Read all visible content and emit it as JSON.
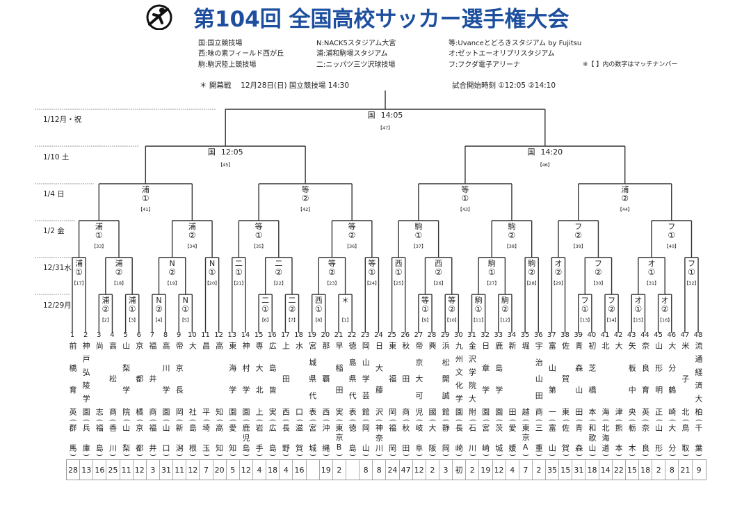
{
  "header": {
    "title": "第104回 全国高校サッカー選手権大会",
    "venues": [
      [
        "国:国立競技場",
        "N:NACK5スタジアム大宮",
        "等:Uvanceとどろきスタジアム by Fujitsu"
      ],
      [
        "西:味の素フィールド西が丘",
        "浦:浦和駒場スタジアム",
        "オ:ゼットエーオリプリスタジアム"
      ],
      [
        "駒:駒沢陸上競技場",
        "二:ニッパツ三ツ沢球技場",
        "フ:フクダ電子アリーナ"
      ]
    ],
    "note": "※【 】内の数字はマッチナンバー",
    "opening": "＊ 開幕戦　 12月28日(日)  国立競技場  14:30",
    "kickoff": "試合開始時刻  ①12:05   ②14:10"
  },
  "rounds": [
    {
      "date": "12/29月"
    },
    {
      "date": "12/31水"
    },
    {
      "date": "1/2 金"
    },
    {
      "date": "1/4 日"
    },
    {
      "date": "1/10 土"
    },
    {
      "date": "1/12月・祝"
    }
  ],
  "matches": [
    {
      "no": "1",
      "round": 0,
      "venue": "＊",
      "slot": "",
      "a": "t21",
      "b": "t22"
    },
    {
      "no": "2",
      "round": 0,
      "venue": "浦",
      "slot": "②",
      "a": "t3",
      "b": "t4"
    },
    {
      "no": "3",
      "round": 0,
      "venue": "浦",
      "slot": "①",
      "a": "t5",
      "b": "t6"
    },
    {
      "no": "4",
      "round": 0,
      "venue": "N",
      "slot": "②",
      "a": "t7",
      "b": "t8"
    },
    {
      "no": "5",
      "round": 0,
      "venue": "N",
      "slot": "①",
      "a": "t9",
      "b": "t10"
    },
    {
      "no": "6",
      "round": 0,
      "venue": "二",
      "slot": "①",
      "a": "t15",
      "b": "t16"
    },
    {
      "no": "7",
      "round": 0,
      "venue": "二",
      "slot": "②",
      "a": "t17",
      "b": "t18"
    },
    {
      "no": "8",
      "round": 0,
      "venue": "西",
      "slot": "①",
      "a": "t19",
      "b": "t20"
    },
    {
      "no": "9",
      "round": 0,
      "venue": "等",
      "slot": "①",
      "a": "t27",
      "b": "t28"
    },
    {
      "no": "10",
      "round": 0,
      "venue": "等",
      "slot": "②",
      "a": "t29",
      "b": "t30"
    },
    {
      "no": "11",
      "round": 0,
      "venue": "駒",
      "slot": "①",
      "a": "t31",
      "b": "t32"
    },
    {
      "no": "12",
      "round": 0,
      "venue": "駒",
      "slot": "②",
      "a": "t33",
      "b": "t34"
    },
    {
      "no": "13",
      "round": 0,
      "venue": "フ",
      "slot": "①",
      "a": "t39",
      "b": "t40"
    },
    {
      "no": "14",
      "round": 0,
      "venue": "フ",
      "slot": "②",
      "a": "t41",
      "b": "t42"
    },
    {
      "no": "15",
      "round": 0,
      "venue": "オ",
      "slot": "①",
      "a": "t43",
      "b": "t44"
    },
    {
      "no": "16",
      "round": 0,
      "venue": "オ",
      "slot": "②",
      "a": "t45",
      "b": "t46"
    },
    {
      "no": "17",
      "round": 1,
      "venue": "浦",
      "slot": "①",
      "a": "t1",
      "b": "t2"
    },
    {
      "no": "18",
      "round": 1,
      "venue": "浦",
      "slot": "②",
      "a": "m2",
      "b": "m3"
    },
    {
      "no": "19",
      "round": 1,
      "venue": "N",
      "slot": "②",
      "a": "m4",
      "b": "m5"
    },
    {
      "no": "20",
      "round": 1,
      "venue": "N",
      "slot": "①",
      "a": "t11",
      "b": "t12"
    },
    {
      "no": "21",
      "round": 1,
      "venue": "二",
      "slot": "①",
      "a": "t13",
      "b": "t14"
    },
    {
      "no": "22",
      "round": 1,
      "venue": "二",
      "slot": "②",
      "a": "m6",
      "b": "m7"
    },
    {
      "no": "23",
      "round": 1,
      "venue": "等",
      "slot": "②",
      "a": "m8",
      "b": "m1"
    },
    {
      "no": "24",
      "round": 1,
      "venue": "等",
      "slot": "①",
      "a": "t23",
      "b": "t24"
    },
    {
      "no": "25",
      "round": 1,
      "venue": "西",
      "slot": "①",
      "a": "t25",
      "b": "t26"
    },
    {
      "no": "26",
      "round": 1,
      "venue": "西",
      "slot": "②",
      "a": "m9",
      "b": "m10"
    },
    {
      "no": "27",
      "round": 1,
      "venue": "駒",
      "slot": "①",
      "a": "m11",
      "b": "m12"
    },
    {
      "no": "28",
      "round": 1,
      "venue": "駒",
      "slot": "②",
      "a": "t35",
      "b": "t36"
    },
    {
      "no": "29",
      "round": 1,
      "venue": "オ",
      "slot": "②",
      "a": "t37",
      "b": "t38"
    },
    {
      "no": "30",
      "round": 1,
      "venue": "フ",
      "slot": "②",
      "a": "m13",
      "b": "m14"
    },
    {
      "no": "31",
      "round": 1,
      "venue": "オ",
      "slot": "①",
      "a": "m15",
      "b": "m16"
    },
    {
      "no": "32",
      "round": 1,
      "venue": "フ",
      "slot": "①",
      "a": "t47",
      "b": "t48"
    },
    {
      "no": "33",
      "round": 2,
      "venue": "浦",
      "slot": "①",
      "a": "m17",
      "b": "m18"
    },
    {
      "no": "34",
      "round": 2,
      "venue": "浦",
      "slot": "②",
      "a": "m19",
      "b": "m20"
    },
    {
      "no": "35",
      "round": 2,
      "venue": "等",
      "slot": "①",
      "a": "m21",
      "b": "m22"
    },
    {
      "no": "36",
      "round": 2,
      "venue": "等",
      "slot": "②",
      "a": "m23",
      "b": "m24"
    },
    {
      "no": "37",
      "round": 2,
      "venue": "駒",
      "slot": "①",
      "a": "m25",
      "b": "m26"
    },
    {
      "no": "38",
      "round": 2,
      "venue": "駒",
      "slot": "②",
      "a": "m27",
      "b": "m28"
    },
    {
      "no": "39",
      "round": 2,
      "venue": "フ",
      "slot": "②",
      "a": "m29",
      "b": "m30"
    },
    {
      "no": "40",
      "round": 2,
      "venue": "フ",
      "slot": "①",
      "a": "m31",
      "b": "m32"
    },
    {
      "no": "41",
      "round": 3,
      "venue": "浦",
      "slot": "①",
      "a": "m33",
      "b": "m34"
    },
    {
      "no": "42",
      "round": 3,
      "venue": "等",
      "slot": "②",
      "a": "m35",
      "b": "m36"
    },
    {
      "no": "43",
      "round": 3,
      "venue": "等",
      "slot": "①",
      "a": "m37",
      "b": "m38"
    },
    {
      "no": "44",
      "round": 3,
      "venue": "浦",
      "slot": "②",
      "a": "m39",
      "b": "m40"
    },
    {
      "no": "45",
      "round": 4,
      "venue": "国",
      "time": "12:05",
      "a": "m41",
      "b": "m42"
    },
    {
      "no": "46",
      "round": 4,
      "venue": "国",
      "time": "14:20",
      "a": "m43",
      "b": "m44"
    },
    {
      "no": "47",
      "round": 5,
      "venue": "国",
      "time": "14:05",
      "a": "m45",
      "b": "m46"
    }
  ],
  "teams": [
    {
      "no": "1",
      "name": "前橋育英",
      "pref": "群馬",
      "count": "28"
    },
    {
      "no": "2",
      "name": "神戸弘陵学園",
      "pref": "兵庫",
      "count": "13"
    },
    {
      "no": "3",
      "name": "尚志",
      "pref": "福島",
      "count": "16"
    },
    {
      "no": "4",
      "name": "高松商",
      "pref": "香川",
      "count": "25"
    },
    {
      "no": "5",
      "name": "山梨学院",
      "pref": "山梨",
      "count": "11"
    },
    {
      "no": "6",
      "name": "京都橘",
      "pref": "京都",
      "count": "12"
    },
    {
      "no": "7",
      "name": "福井商",
      "pref": "福井",
      "count": "3"
    },
    {
      "no": "8",
      "name": "高川学園",
      "pref": "山口",
      "count": "31"
    },
    {
      "no": "9",
      "name": "帝京長岡",
      "pref": "新潟",
      "count": "11"
    },
    {
      "no": "10",
      "name": "大社",
      "pref": "島根",
      "count": "12"
    },
    {
      "no": "11",
      "name": "昌平",
      "pref": "埼玉",
      "count": "7"
    },
    {
      "no": "12",
      "name": "高知",
      "pref": "高知",
      "count": "20"
    },
    {
      "no": "13",
      "name": "東海学園",
      "pref": "愛知",
      "count": "5"
    },
    {
      "no": "14",
      "name": "神村学園",
      "pref": "鹿児島",
      "count": "12"
    },
    {
      "no": "15",
      "name": "専大北上",
      "pref": "岩手",
      "count": "4"
    },
    {
      "no": "16",
      "name": "広島皆実",
      "pref": "広島",
      "count": "18"
    },
    {
      "no": "17",
      "name": "上田西",
      "pref": "長野",
      "count": "4"
    },
    {
      "no": "18",
      "name": "水口",
      "pref": "滋賀",
      "count": "16"
    },
    {
      "no": "19",
      "name": "宮城県代表",
      "pref": "宮城",
      "count": ""
    },
    {
      "no": "20",
      "name": "那覇西",
      "pref": "沖縄",
      "count": "19"
    },
    {
      "no": "21",
      "name": "早稲田実",
      "pref": "東京B",
      "count": "2"
    },
    {
      "no": "22",
      "name": "徳島県代表",
      "pref": "徳島",
      "count": ""
    },
    {
      "no": "23",
      "name": "岡山学芸館",
      "pref": "岡山",
      "count": "8"
    },
    {
      "no": "24",
      "name": "日大藤沢",
      "pref": "神奈川",
      "count": "8"
    },
    {
      "no": "25",
      "name": "東福岡",
      "pref": "福岡",
      "count": "24"
    },
    {
      "no": "26",
      "name": "秋田商",
      "pref": "秋田",
      "count": "47"
    },
    {
      "no": "27",
      "name": "帝京大可児",
      "pref": "岐阜",
      "count": "12"
    },
    {
      "no": "28",
      "name": "興國",
      "pref": "大阪",
      "count": "2"
    },
    {
      "no": "29",
      "name": "浜松開誠館",
      "pref": "静岡",
      "count": "3"
    },
    {
      "no": "30",
      "name": "九州文化学園",
      "pref": "長崎",
      "count": "初"
    },
    {
      "no": "31",
      "name": "金沢学院大附",
      "pref": "石川",
      "count": "2"
    },
    {
      "no": "32",
      "name": "日章学園",
      "pref": "宮崎",
      "count": "19"
    },
    {
      "no": "33",
      "name": "鹿島学園",
      "pref": "茨城",
      "count": "12"
    },
    {
      "no": "34",
      "name": "新田",
      "pref": "愛媛",
      "count": "4"
    },
    {
      "no": "35",
      "name": "堀越",
      "pref": "東京A",
      "count": "7"
    },
    {
      "no": "36",
      "name": "宇治山田商",
      "pref": "三重",
      "count": "2"
    },
    {
      "no": "37",
      "name": "富山第一",
      "pref": "富山",
      "count": "35"
    },
    {
      "no": "38",
      "name": "佐賀東",
      "pref": "佐賀",
      "count": "15"
    },
    {
      "no": "39",
      "name": "青森山田",
      "pref": "青森",
      "count": "31"
    },
    {
      "no": "40",
      "name": "初芝橋本",
      "pref": "和歌山",
      "count": "18"
    },
    {
      "no": "41",
      "name": "北海",
      "pref": "北海道",
      "count": "14"
    },
    {
      "no": "42",
      "name": "大津",
      "pref": "熊本",
      "count": "22"
    },
    {
      "no": "43",
      "name": "矢板中央",
      "pref": "栃木",
      "count": "15"
    },
    {
      "no": "44",
      "name": "奈良育英",
      "pref": "奈良",
      "count": "18"
    },
    {
      "no": "45",
      "name": "山形明正",
      "pref": "山形",
      "count": "2"
    },
    {
      "no": "46",
      "name": "大分鶴崎",
      "pref": "大分",
      "count": "8"
    },
    {
      "no": "47",
      "name": "米子北",
      "pref": "鳥取",
      "count": "21"
    },
    {
      "no": "48",
      "name": "流通経済大柏",
      "pref": "千葉",
      "count": "9"
    }
  ],
  "colors": {
    "title": "#1d4f9e",
    "line": "#333333"
  }
}
